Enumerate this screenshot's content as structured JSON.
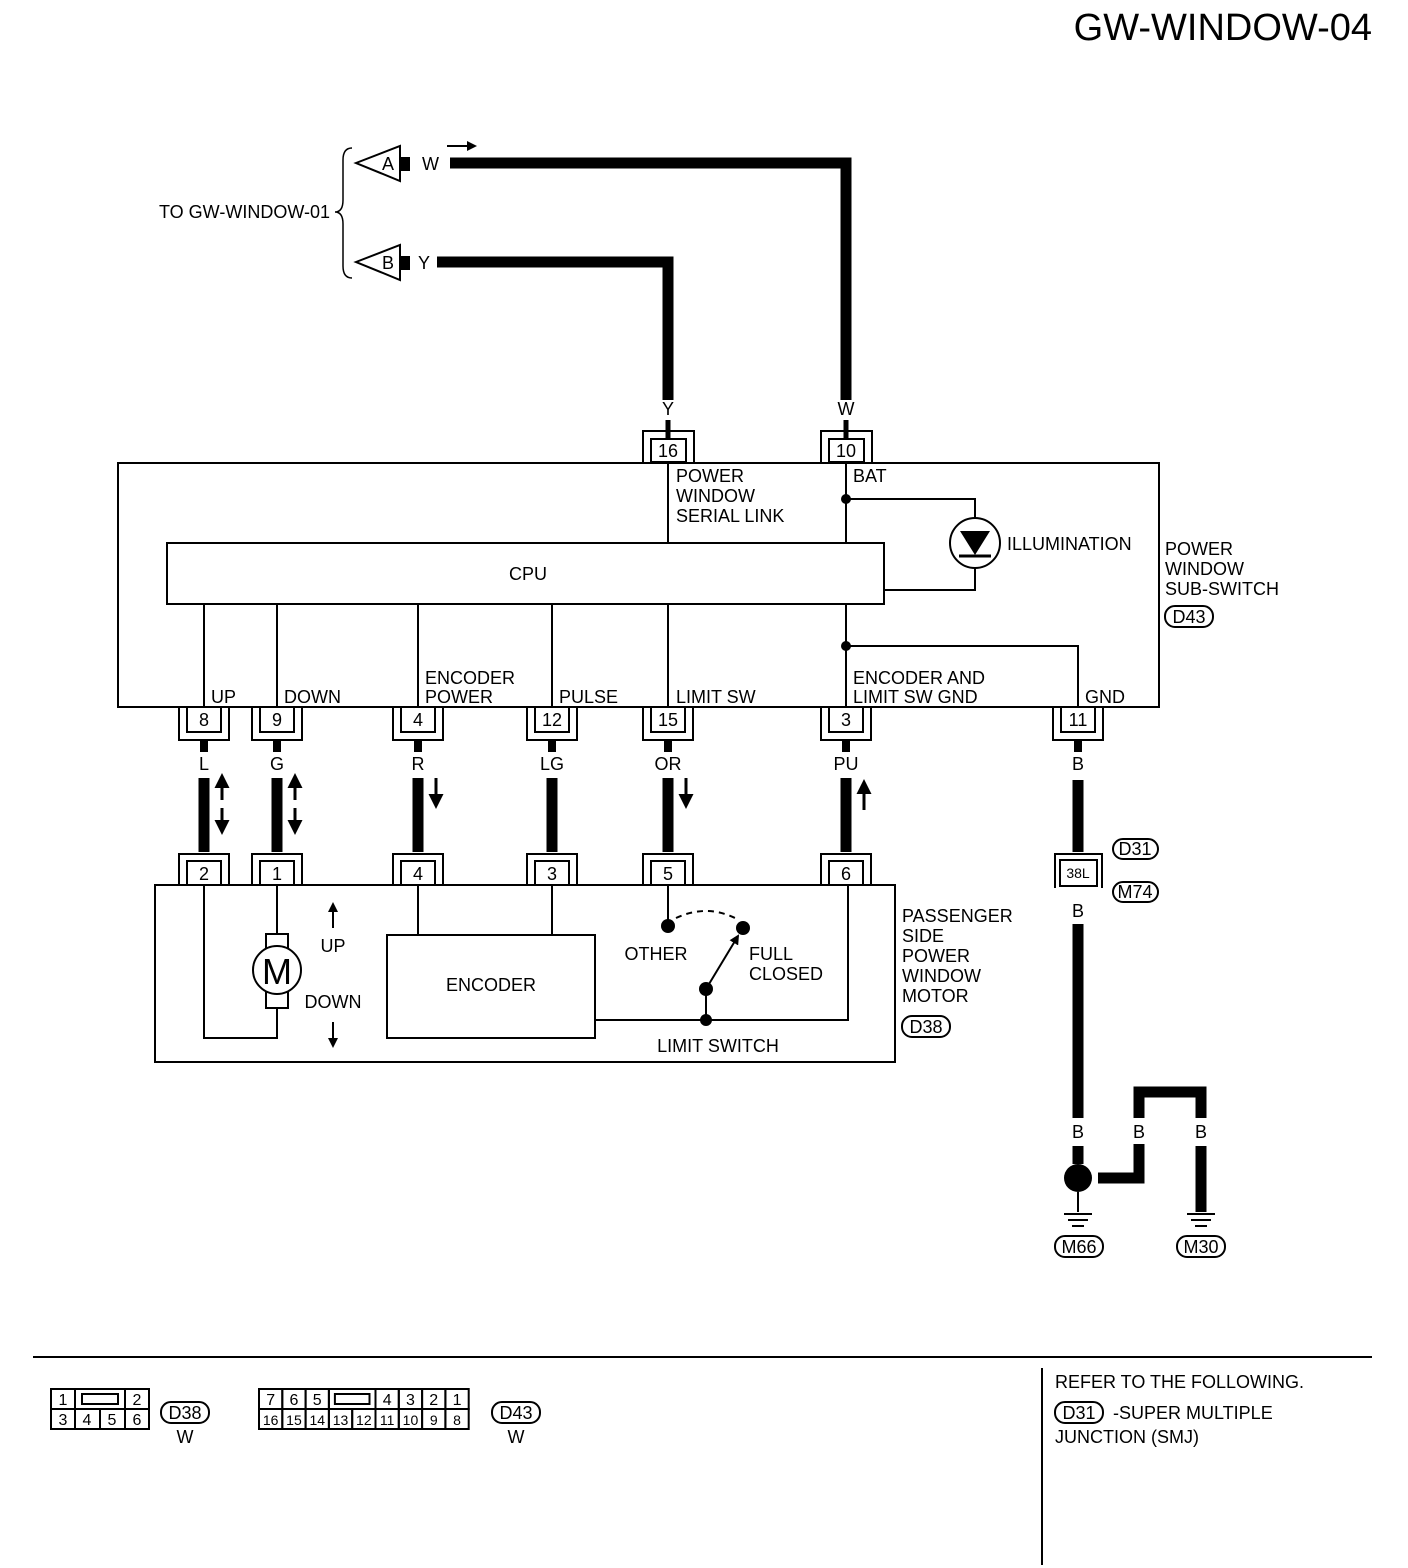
{
  "page_id": "GW-WINDOW-04",
  "to_ref": "TO GW-WINDOW-01",
  "off_page": [
    {
      "letter": "A",
      "color": "W"
    },
    {
      "letter": "B",
      "color": "Y"
    }
  ],
  "wire_top": {
    "left": "Y",
    "right": "W"
  },
  "sub_switch": {
    "name_lines": [
      "POWER",
      "WINDOW",
      "SUB-SWITCH"
    ],
    "connector": "D43",
    "top_pins": [
      {
        "pin": "16",
        "lines": [
          "POWER",
          "WINDOW",
          "SERIAL LINK"
        ]
      },
      {
        "pin": "10",
        "lines": [
          "BAT"
        ]
      }
    ],
    "cpu": "CPU",
    "illumination": "ILLUMINATION",
    "bottom_pins": [
      {
        "pin": "8",
        "label": [
          "UP"
        ],
        "wire": "L"
      },
      {
        "pin": "9",
        "label": [
          "DOWN"
        ],
        "wire": "G"
      },
      {
        "pin": "4",
        "label": [
          "ENCODER",
          "POWER"
        ],
        "wire": "R"
      },
      {
        "pin": "12",
        "label": [
          "PULSE"
        ],
        "wire": "LG"
      },
      {
        "pin": "15",
        "label": [
          "LIMIT SW"
        ],
        "wire": "OR"
      },
      {
        "pin": "3",
        "label": [
          "ENCODER AND",
          "LIMIT SW GND"
        ],
        "wire": "PU"
      },
      {
        "pin": "11",
        "label": [
          "GND"
        ],
        "wire": "B"
      }
    ]
  },
  "motor": {
    "name_lines": [
      "PASSENGER",
      "SIDE",
      "POWER",
      "WINDOW",
      "MOTOR"
    ],
    "connector": "D38",
    "pins": [
      "2",
      "1",
      "4",
      "3",
      "5",
      "6"
    ],
    "motor_symbol": "M",
    "up": "UP",
    "down": "DOWN",
    "encoder": "ENCODER",
    "other": "OTHER",
    "full_closed": [
      "FULL",
      "CLOSED"
    ],
    "limit_switch": "LIMIT SWITCH"
  },
  "junction": {
    "pin": "38L",
    "connectors": [
      "D31",
      "M74"
    ],
    "wire": "B"
  },
  "grounds": [
    {
      "name": "M66",
      "wire": "B"
    },
    {
      "name": "M30",
      "wire": "B"
    }
  ],
  "ground_branch_wire": "B",
  "connector_views": [
    {
      "name": "D38",
      "color": "W",
      "row1": [
        "1",
        "2"
      ],
      "row2": [
        "3",
        "4",
        "5",
        "6"
      ]
    },
    {
      "name": "D43",
      "color": "W",
      "row1_left": [
        "7",
        "6",
        "5"
      ],
      "row1_right": [
        "4",
        "3",
        "2",
        "1"
      ],
      "row2": [
        "16",
        "15",
        "14",
        "13",
        "12",
        "11",
        "10",
        "9",
        "8"
      ]
    }
  ],
  "refer": {
    "heading": "REFER TO THE FOLLOWING.",
    "connector": "D31",
    "line1": "-SUPER MULTIPLE",
    "line2": "JUNCTION (SMJ)"
  }
}
